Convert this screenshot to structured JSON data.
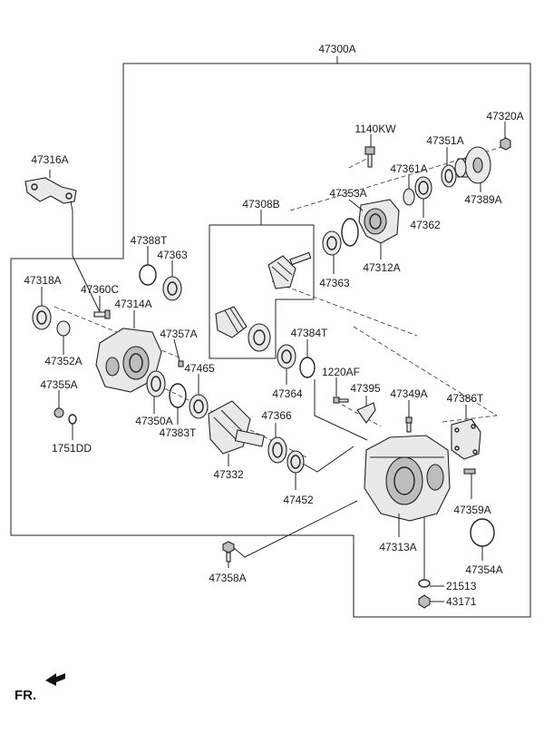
{
  "labels": {
    "l47300A": "47300A",
    "l1140KW": "1140KW",
    "l47320A": "47320A",
    "l47351A": "47351A",
    "l47316A": "47316A",
    "l47361A": "47361A",
    "l47353A": "47353A",
    "l47308B": "47308B",
    "l47389A": "47389A",
    "l47362": "47362",
    "l47388T": "47388T",
    "l47363a": "47363",
    "l47312A": "47312A",
    "l47318A": "47318A",
    "l47360C": "47360C",
    "l47363b": "47363",
    "l47314A": "47314A",
    "l47357A": "47357A",
    "l47384T": "47384T",
    "l47352A": "47352A",
    "l47465": "47465",
    "l1220AF": "1220AF",
    "l47355A": "47355A",
    "l47364": "47364",
    "l47395": "47395",
    "l47349A": "47349A",
    "l47386T": "47386T",
    "l47350A": "47350A",
    "l47366": "47366",
    "l47383T": "47383T",
    "l1751DD": "1751DD",
    "l47332": "47332",
    "l47452": "47452",
    "l47359A": "47359A",
    "l47313A": "47313A",
    "l47354A": "47354A",
    "l47358A": "47358A",
    "l21513": "21513",
    "l43171": "43171",
    "fr": "FR."
  }
}
